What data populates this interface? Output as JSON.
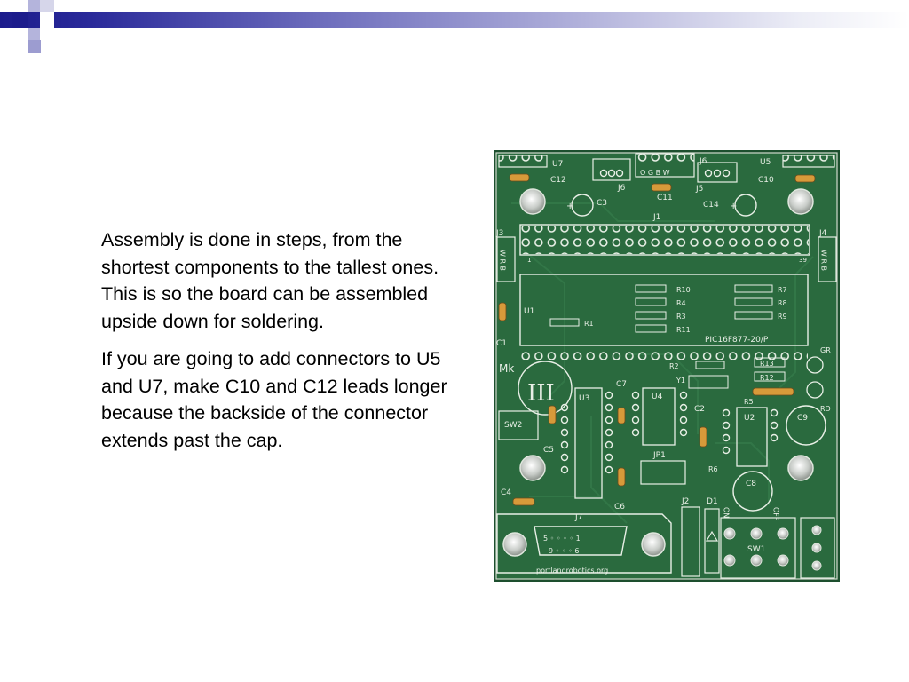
{
  "slide": {
    "paragraphs": [
      "Assembly is done in steps, from the shortest components to the tallest ones. This is so the board can be assembled upside down for soldering.",
      "If you are going to add connectors to U5 and U7, make C10 and C12 leads longer because the backside of the connector extends past the cap."
    ]
  },
  "board": {
    "silkscreen": {
      "u7": "U7",
      "u5": "U5",
      "c12": "C12",
      "c10": "C10",
      "c3": "C3",
      "c14": "C14",
      "c11": "C11",
      "j6": "J6",
      "j5": "J5",
      "j1": "J1",
      "j3": "J3",
      "j4": "J4",
      "u1": "U1",
      "c1": "C1",
      "r1": "R1",
      "r10": "R10",
      "r4": "R4",
      "r3": "R3",
      "r11": "R11",
      "r7": "R7",
      "r8": "R8",
      "r9": "R9",
      "pic": "PIC16F877-20/P",
      "r2": "R2",
      "y1": "Y1",
      "r13": "R13",
      "r12": "R12",
      "r5": "R5",
      "gr": "GR",
      "rd": "RD",
      "c7": "C7",
      "u3": "U3",
      "u4": "U4",
      "c2": "C2",
      "u2": "U2",
      "c9": "C9",
      "sw2": "SW2",
      "c5": "C5",
      "jp1": "JP1",
      "r6": "R6",
      "c8": "C8",
      "c6": "C6",
      "c4": "C4",
      "j7": "J7",
      "j2": "J2",
      "d1": "D1",
      "sw1": "SW1",
      "on": "ON",
      "off": "OFF",
      "mk": "Mk",
      "url": "portlandrobotics.org",
      "pin1": "1",
      "pin39": "39",
      "db_top": "5 ◦ ◦ ◦ ◦ 1",
      "db_bottom": "9 ◦ ◦ ◦ 6",
      "servo_labels": "O G B W",
      "j3_labels": "W R B",
      "j4_labels": "W R B"
    }
  }
}
